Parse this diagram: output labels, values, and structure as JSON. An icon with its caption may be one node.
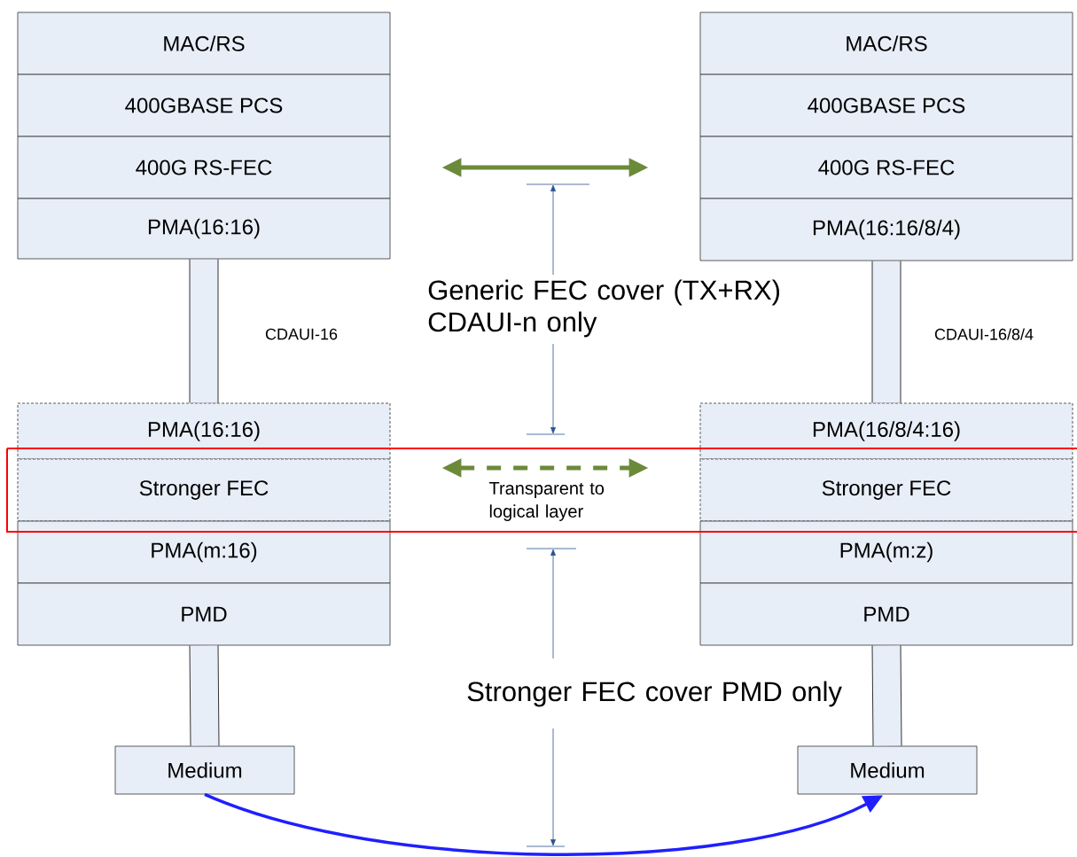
{
  "diagram": {
    "nodes": [
      {
        "text": [
          "MAC/RS"
        ]
      },
      {
        "text": [
          "400GBASE PCS"
        ]
      },
      {
        "text": [
          "400G RS-FEC"
        ]
      },
      {
        "text": [
          "PMA(16:16)"
        ]
      },
      {
        "text": [
          "PMA(16:16)"
        ]
      },
      {
        "text": [
          "Stronger FEC"
        ]
      },
      {
        "text": [
          "PMA(m:16)"
        ]
      },
      {
        "text": [
          "PMD"
        ]
      },
      {
        "text": [
          "Medium"
        ]
      },
      {
        "text": [
          "MAC/RS"
        ]
      },
      {
        "text": [
          "400GBASE PCS"
        ]
      },
      {
        "text": [
          "400G RS-FEC"
        ]
      },
      {
        "text": [
          "PMA(16:16/8/4)"
        ]
      },
      {
        "text": [
          "PMA(16/8/4:16)"
        ]
      },
      {
        "text": [
          "Stronger FEC"
        ]
      },
      {
        "text": [
          "PMA(m:z)"
        ]
      },
      {
        "text": [
          "PMD"
        ]
      },
      {
        "text": [
          "Medium"
        ]
      }
    ],
    "edges": [
      {
        "from": 3,
        "to": 4,
        "arrow": "none",
        "label": "CDAUI-16"
      },
      {
        "from": 7,
        "to": 8,
        "arrow": "none"
      },
      {
        "from": 12,
        "to": 13,
        "arrow": "none",
        "label": "CDAUI-16/8/4"
      },
      {
        "from": 16,
        "to": 17,
        "arrow": "none"
      },
      {
        "from": 2,
        "to": 11,
        "arrow": "both",
        "color": "#6b8a3a"
      },
      {
        "from": 5,
        "to": 14,
        "arrow": "both",
        "style": "dashed",
        "color": "#6b8a3a",
        "label": "Transparent to logical layer"
      },
      {
        "from": 8,
        "to": 17,
        "arrow": "to",
        "color": "#1f1fff"
      }
    ],
    "labels": [
      "Generic FEC cover (TX+RX) CDAUI-n only",
      "Stronger FEC cover PMD only"
    ]
  }
}
